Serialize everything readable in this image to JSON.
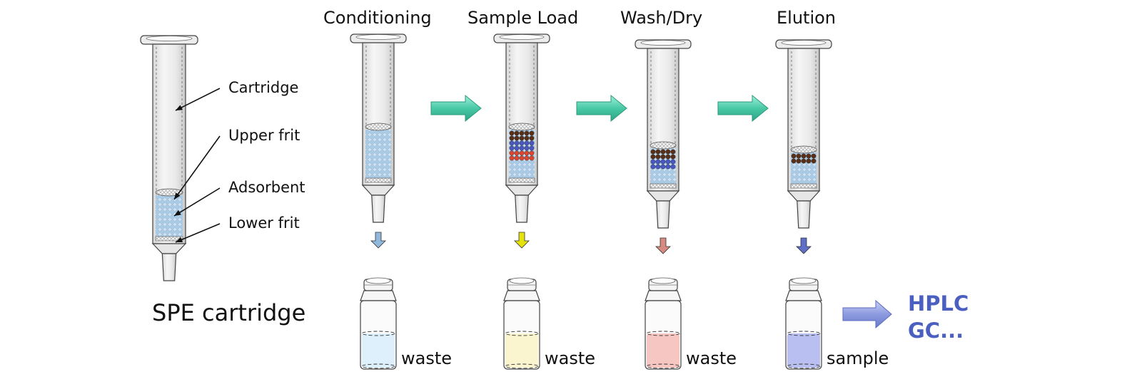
{
  "diagram": {
    "main_label": "SPE cartridge",
    "parts": [
      {
        "label": "Cartridge"
      },
      {
        "label": "Upper frit"
      },
      {
        "label": "Adsorbent"
      },
      {
        "label": "Lower frit"
      }
    ],
    "steps": [
      {
        "title": "Conditioning",
        "vial_label": "waste",
        "liquid_color": "#ddf0fb",
        "drip_color": "#8fb8dc"
      },
      {
        "title": "Sample Load",
        "vial_label": "waste",
        "liquid_color": "#fbf5cf",
        "drip_color": "#e5e20c"
      },
      {
        "title": "Wash/Dry",
        "vial_label": "waste",
        "liquid_color": "#f6c6c2",
        "drip_color": "#d68a80"
      },
      {
        "title": "Elution",
        "vial_label": "sample",
        "liquid_color": "#b9bff0",
        "drip_color": "#5f6ec6"
      }
    ],
    "destination": {
      "line1": "HPLC",
      "line2": "GC..."
    },
    "colors": {
      "step_arrow": "#5fd3b4",
      "output_arrow": "#8c9be0",
      "adsorbent": "#a9cbe6",
      "brown_band": "#5a2f18",
      "blue_band": "#4b58c4",
      "red_band": "#e0462e",
      "destination_text": "#4a5fc0"
    }
  }
}
